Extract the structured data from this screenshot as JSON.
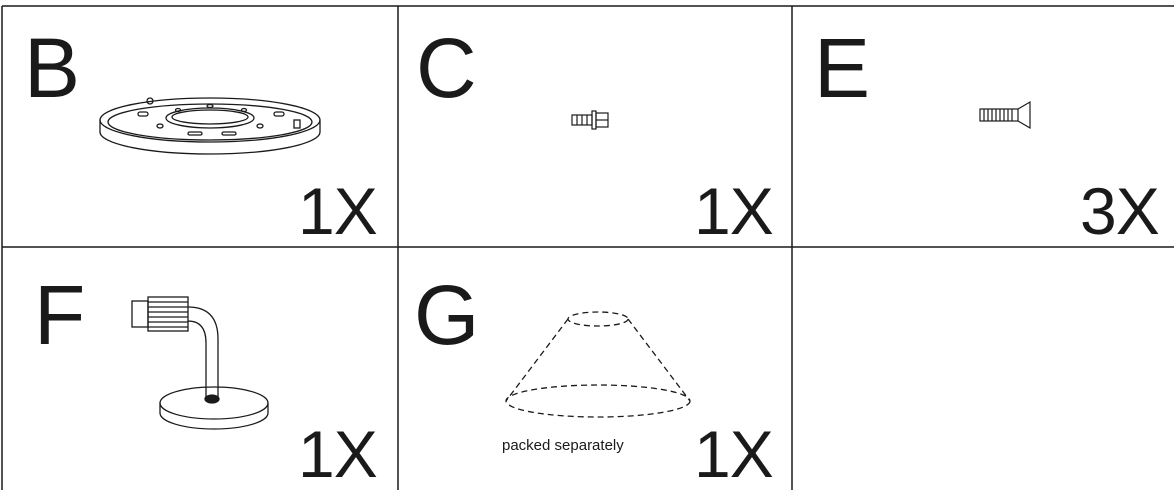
{
  "parts": [
    {
      "letter": "B",
      "quantity": "1X",
      "icon": "mounting-plate-icon"
    },
    {
      "letter": "C",
      "quantity": "1X",
      "icon": "flange-screw-icon"
    },
    {
      "letter": "E",
      "quantity": "3X",
      "icon": "flat-head-screw-icon"
    },
    {
      "letter": "F",
      "quantity": "1X",
      "icon": "lamp-base-arm-icon"
    },
    {
      "letter": "G",
      "quantity": "1X",
      "icon": "lamp-shade-icon",
      "note": "packed separately"
    }
  ],
  "colors": {
    "line": "#1a1a1a",
    "background": "#ffffff"
  }
}
